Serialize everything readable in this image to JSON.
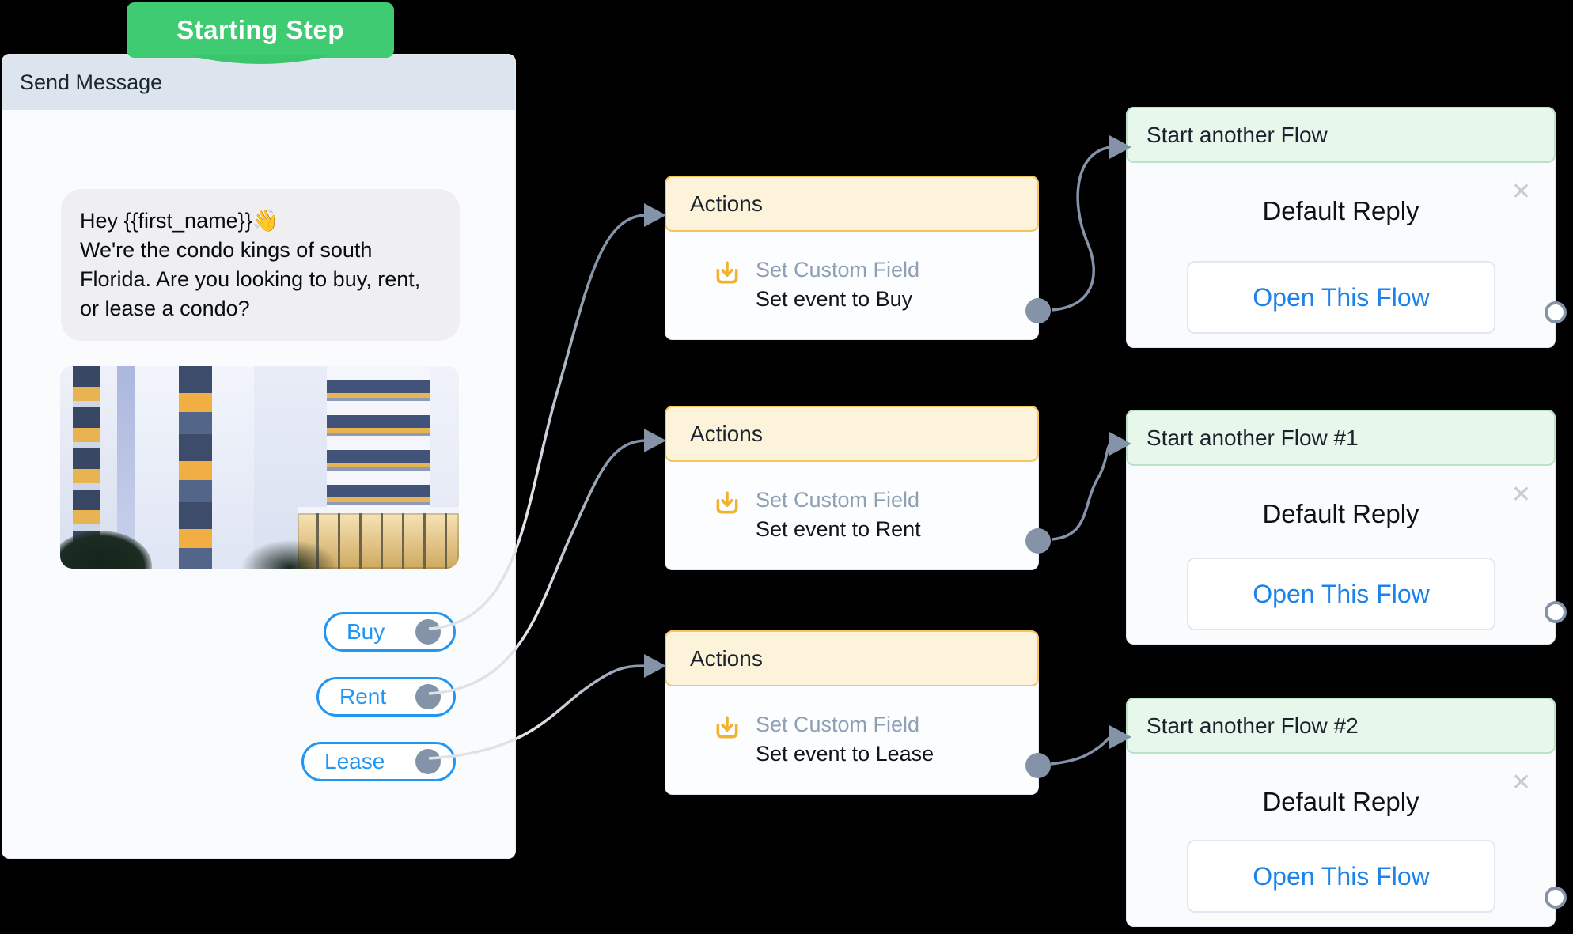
{
  "badge": {
    "label": "Starting Step"
  },
  "send": {
    "title": "Send Message",
    "message": {
      "line1": "Hey {{first_name}}👋",
      "line2": "We're the condo kings of south Florida. Are you looking to buy, rent, or lease a condo?"
    },
    "image_label": "condo-building-photo",
    "buttons": [
      {
        "label": "Buy"
      },
      {
        "label": "Rent"
      },
      {
        "label": "Lease"
      }
    ]
  },
  "actions": [
    {
      "title": "Actions",
      "action_type": "Set Custom Field",
      "detail": "Set event to Buy"
    },
    {
      "title": "Actions",
      "action_type": "Set Custom Field",
      "detail": "Set event to Rent"
    },
    {
      "title": "Actions",
      "action_type": "Set Custom Field",
      "detail": "Set event to Lease"
    }
  ],
  "flows": [
    {
      "title": "Start another Flow",
      "reply_label": "Default Reply",
      "open_button": "Open This Flow",
      "close": "✕"
    },
    {
      "title": "Start another Flow #1",
      "reply_label": "Default Reply",
      "open_button": "Open This Flow",
      "close": "✕"
    },
    {
      "title": "Start another Flow #2",
      "reply_label": "Default Reply",
      "open_button": "Open This Flow",
      "close": "✕"
    }
  ],
  "colors": {
    "badge_green": "#3ecb71",
    "header_gray_blue": "#dce4ed",
    "actions_header_bg": "#fdf3da",
    "actions_header_border": "#f6c45c",
    "flow_header_bg": "#e7f7ec",
    "flow_header_border": "#b9e2c6",
    "accent_blue": "#2196f3",
    "link_blue": "#1d83ea",
    "connector_dark": "#8493a7",
    "connector_light": "#dfe3e8",
    "field_icon_yellow": "#f1b32f"
  }
}
